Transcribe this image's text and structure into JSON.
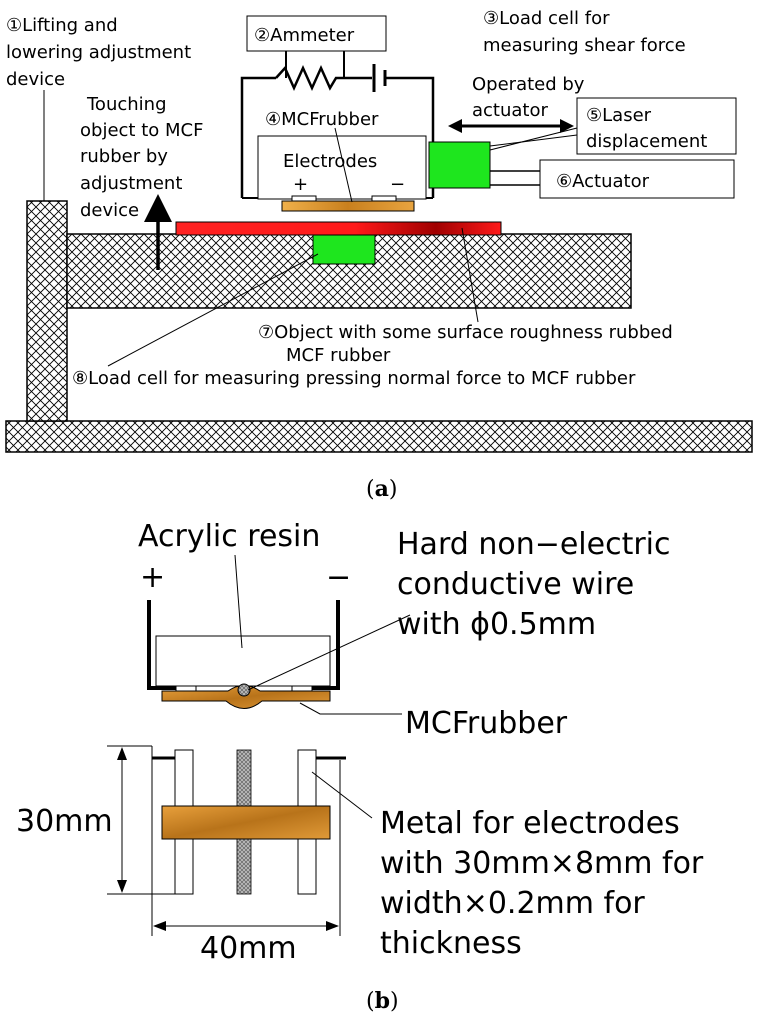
{
  "panel_a": {
    "labels": {
      "lifting_1": "①Lifting and",
      "lifting_2": "lowering adjustment",
      "lifting_3": "device",
      "ammeter": "②Ammeter",
      "loadcell_shear_1": "③Load cell for",
      "loadcell_shear_2": "measuring shear force",
      "operated_1": "Operated by",
      "operated_2": "actuator",
      "mcf_rubber": "④MCFrubber",
      "laser_1": "⑤Laser",
      "laser_2": "displacement",
      "actuator": "⑥Actuator",
      "touching_1": "Touching",
      "touching_2": "object to MCF",
      "touching_3": "rubber by",
      "touching_4": "adjustment",
      "touching_5": "device",
      "electrodes": "Electrodes",
      "plus": "+",
      "minus": "−",
      "object_1": "⑦Object with some surface roughness rubbed",
      "object_2": "MCF rubber",
      "loadcell_normal": "⑧Load cell for measuring pressing normal force to MCF rubber"
    },
    "caption_open": "(",
    "caption_letter": "a",
    "caption_close": ")"
  },
  "panel_b": {
    "labels": {
      "acrylic": "Acrylic resin",
      "plus": "+",
      "minus": "−",
      "wire_1": "Hard non−electric",
      "wire_2": "conductive wire",
      "wire_3": "with ϕ0.5mm",
      "mcf_rubber": "MCFrubber",
      "dim_height": "30mm",
      "dim_width": "40mm",
      "metal_1": "Metal  for electrodes",
      "metal_2": "with 30mm×8mm for",
      "metal_3": "width×0.2mm for",
      "metal_4": "thickness"
    },
    "caption_open": "(",
    "caption_letter": "b",
    "caption_close": ")"
  },
  "colors": {
    "hatch": "#000000",
    "load_cell_green": "#1ee61e",
    "object_red": "#ff1a1a",
    "object_dark_red": "#b30000",
    "rubber_orange": "#d9902e",
    "rubber_dark": "#9a5a10",
    "wire_gray": "#999999"
  }
}
